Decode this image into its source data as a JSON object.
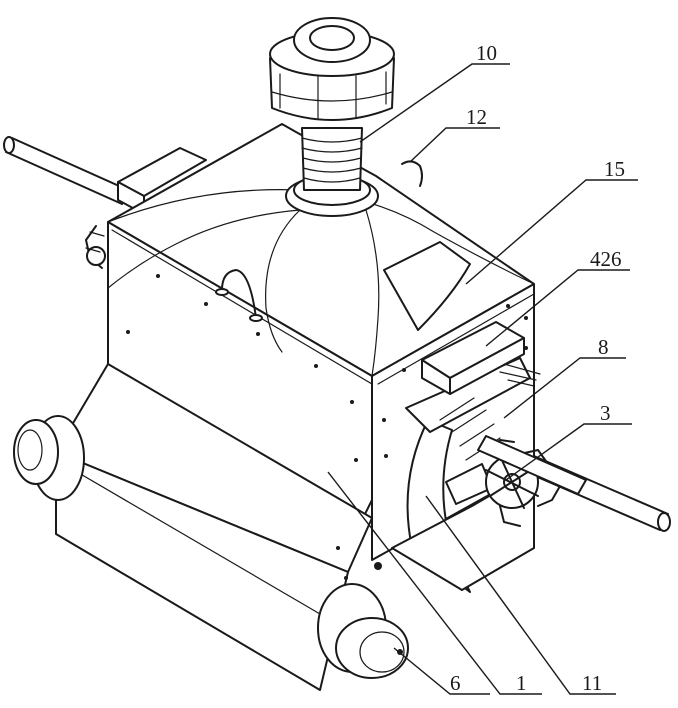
{
  "labels": {
    "l10": "10",
    "l12": "12",
    "l15": "15",
    "l426": "426",
    "l8": "8",
    "l3": "3",
    "l6": "6",
    "l1": "1",
    "l11": "11"
  }
}
